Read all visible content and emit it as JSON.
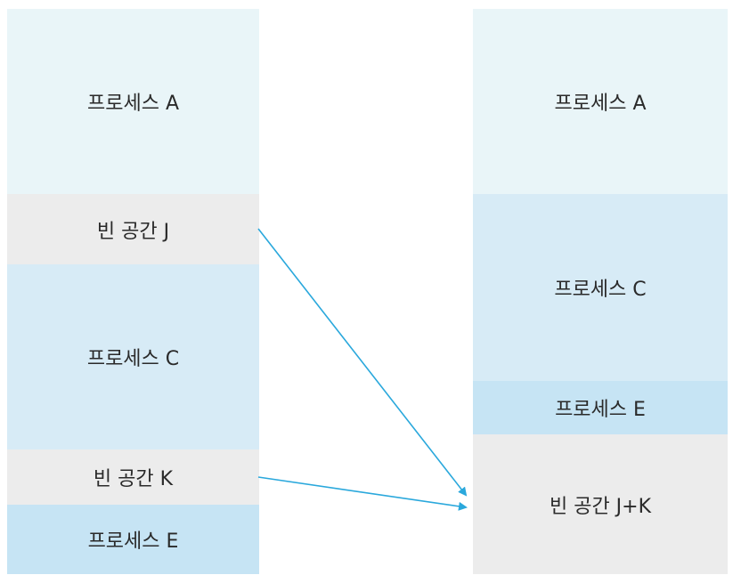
{
  "colors": {
    "process_a": "#e9f5f8",
    "process_c": "#d7ebf6",
    "process_e": "#c6e4f4",
    "free": "#ececec",
    "arrow": "#2aa8dc"
  },
  "before": {
    "process_a": "프로세스 A",
    "free_j": "빈 공간 J",
    "process_c": "프로세스 C",
    "free_k": "빈 공간 K",
    "process_e": "프로세스 E"
  },
  "after": {
    "process_a": "프로세스 A",
    "process_c": "프로세스 C",
    "process_e": "프로세스 E",
    "free_jk": "빈 공간 J+K"
  }
}
